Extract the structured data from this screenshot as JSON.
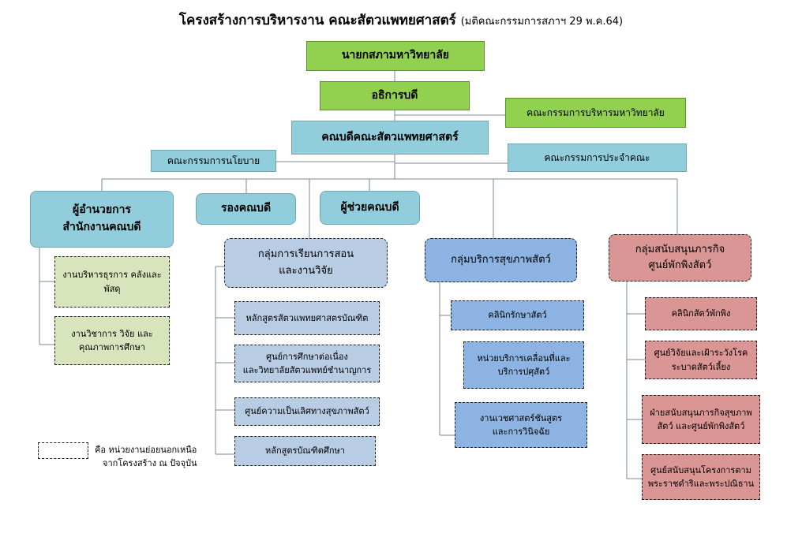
{
  "title": "โครงสร้างการบริหารงาน คณะสัตวแพทยศาสตร์",
  "subtitle": "(มติคณะกรรมการสภาฯ 29 พ.ค.64)",
  "nodes": {
    "council_president": "นายกสภามหาวิทยาลัย",
    "president": "อธิการบดี",
    "university_committee": "คณะกรรมการบริหารมหาวิทยาลัย",
    "dean": "คณบดีคณะสัตวแพทยศาสตร์",
    "policy_committee": "คณะกรรมการนโยบาย",
    "faculty_committee": "คณะกรรมการประจำคณะ",
    "office_director": [
      "ผู้อำนวยการ",
      "สำนักงานคณบดี"
    ],
    "deputy_dean": "รองคณบดี",
    "assistant_dean": "ผู้ช่วยคณบดี",
    "group_teaching": [
      "กลุ่มการเรียนการสอน",
      "และงานวิจัย"
    ],
    "group_animal_health": "กลุ่มบริการสุขภาพสัตว์",
    "group_shelter": [
      "กลุ่มสนับสนุนภารกิจ",
      "ศูนย์พักพิงสัตว์"
    ]
  },
  "office_units": [
    [
      "งานบริหารธุรการ คลังและ",
      "พัสดุ"
    ],
    [
      "งานวิชาการ วิจัย และ",
      "คุณภาพการศึกษา"
    ]
  ],
  "teaching_units": [
    [
      "หลักสูตรสัตวแพทยศาสตรบัณฑิต"
    ],
    [
      "ศูนย์การศึกษาต่อเนื่อง",
      "และวิทยาลัยสัตวแพทย์ชำนาญการ"
    ],
    [
      "ศูนย์ความเป็นเลิศทางสุขภาพสัตว์"
    ],
    [
      "หลักสูตรบัณฑิตศึกษา"
    ]
  ],
  "health_units": [
    [
      "คลินิกรักษาสัตว์"
    ],
    [
      "หน่วยบริการเคลื่อนที่และ",
      "บริการปศุสัตว์"
    ],
    [
      "งานเวชศาสตร์ชันสูตร",
      "และการวินิจฉัย"
    ]
  ],
  "shelter_units": [
    [
      "คลินิกสัตว์พักพิง"
    ],
    [
      "ศูนย์วิจัยและเฝ้าระวังโรค",
      "ระบาดสัตว์เลี้ยง"
    ],
    [
      "ฝ่ายสนับสนุนภารกิจสุขภาพ",
      "สัตว์ และศูนย์พักพิงสัตว์"
    ],
    [
      "ศูนย์สนับสนุนโครงการตาม",
      "พระราชดำริและพระปณิธาน"
    ]
  ],
  "legend": [
    "คือ หน่วยงานย่อยนอกเหนือ",
    "จากโครงสร้าง ณ ปัจจุบัน"
  ],
  "colors": {
    "executive": "#92d050",
    "dean": "#92cddc",
    "teaching": "#b8cce4",
    "animal_health": "#8db3e2",
    "shelter": "#da9694",
    "office_unit": "#d8e4bc"
  }
}
